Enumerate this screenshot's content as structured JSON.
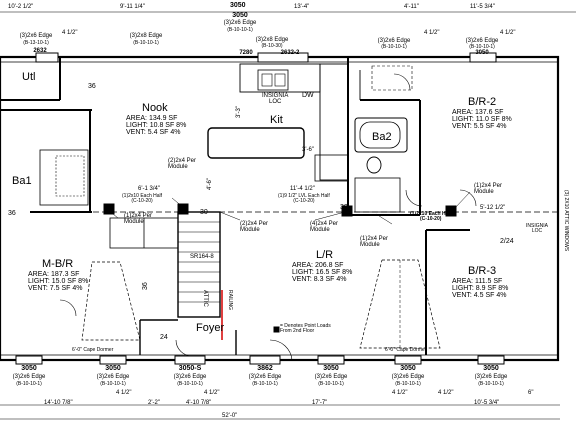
{
  "top_dimensions": [
    "10'-2 1/2\"",
    "9'-11 1/4\"",
    "3050",
    "13'-4\"",
    "4'-11\"",
    "11'-5 3/4\""
  ],
  "top_headers": [
    {
      "id": "w1",
      "label": "(3)2x6 Edge",
      "sub": "(B-13-10-1)",
      "dim": "4 1/2\"",
      "window": "2632"
    },
    {
      "id": "w2",
      "label": "(3)2x8 Edge",
      "sub": "(B-10-10-1)",
      "dim": "",
      "window": ""
    },
    {
      "id": "w3",
      "label": "(3)2x6 Edge",
      "sub": "(B-10-10-1)",
      "dim": "",
      "window": ""
    },
    {
      "id": "w4",
      "label": "(3)2x8 Edge",
      "sub": "(B-10-30)",
      "dim": "",
      "window": "7280"
    },
    {
      "id": "w5",
      "label": "(3)2x6 Edge",
      "sub": "(B-10-10-1)",
      "dim": "4 1/2\"",
      "window": ""
    },
    {
      "id": "w6",
      "label": "(3)2x6 Edge",
      "sub": "(B-10-10-1)",
      "dim": "4 1/2\"",
      "window": "3050"
    }
  ],
  "window_2632_2": "2632-2",
  "top_3050": "3050",
  "rooms": {
    "utl": {
      "name": "Utl"
    },
    "nook": {
      "name": "Nook",
      "area": "AREA: 134.9 SF",
      "light": "LIGHT: 10.8 SF 8%",
      "vent": "VENT: 5.4 SF 4%"
    },
    "kit": {
      "name": "Kit"
    },
    "ba1": {
      "name": "Ba1"
    },
    "ba2": {
      "name": "Ba2"
    },
    "br2": {
      "name": "B/R-2",
      "area": "AREA: 137.6 SF",
      "light": "LIGHT: 11.0 SF 8%",
      "vent": "VENT: 5.5 SF 4%"
    },
    "mbr": {
      "name": "M-B/R",
      "area": "AREA: 187.3 SF",
      "light": "LIGHT: 15.0 SF 8%",
      "vent": "VENT: 7.5 SF 4%"
    },
    "lr": {
      "name": "L/R",
      "area": "AREA: 206.8 SF",
      "light": "LIGHT: 16.5 SF 8%",
      "vent": "VENT: 8.3 SF 4%"
    },
    "br3": {
      "name": "B/R-3",
      "area": "AREA: 111.5 SF",
      "light": "LIGHT: 8.9 SF 8%",
      "vent": "VENT: 4.5 SF 4%"
    },
    "foyer": {
      "name": "Foyer"
    }
  },
  "labels": {
    "insignia_loc": "INSIGNIA\nLOC",
    "dw": "DW",
    "per_module_1": "(1)2x4 Per\nModule",
    "per_module_2": "(2)2x4 Per\nModule",
    "per_module_3": "(4)2x4 Per\nModule",
    "each_half_left": "(1)2x10 Each Half\n(C-10-20)",
    "each_half_mid": "(1)9 1/2\" LVL Each Half\n(C-10-20)",
    "each_half_right": "(1)2x10 Each Half\n(C-10-20)",
    "dim_6_1": "6'-1 3/4\"",
    "dim_11_4": "11'-4 1/2\"",
    "dim_3_6": "3'-6\"",
    "dim_3_3": "3'-3\"",
    "dim_4_6": "4'-6\"",
    "dim_5_12": "5'-12 1/2\"",
    "insignia_loc2": "INSIGNIA\nLOC",
    "sr": "SR164-8",
    "railing": "RAILING",
    "attic": "ATTIC",
    "cape_dormer_l": "6'-0\" Cape Dormer",
    "cape_dormer_r": "6'-0\" Cape Dormer",
    "point_loads": "= Denotes Point Loads\nFrom 2nd Floor",
    "right_side": "(3) 2X10 ATTIC WINDOWS",
    "n30a": "30",
    "n30b": "30",
    "n36a": "36",
    "n36b": "36",
    "n36c": "36",
    "n24a": "24",
    "n24b": "2/24"
  },
  "bottom_headers": [
    {
      "window": "3050",
      "label": "(3)2x6 Edge",
      "sub": "(B-10-10-1)"
    },
    {
      "window": "3050",
      "label": "(3)2x6 Edge",
      "sub": "(B-10-10-1)"
    },
    {
      "window": "3050-S",
      "label": "(3)2x6 Edge",
      "sub": "(B-10-10-1)"
    },
    {
      "window": "3862",
      "label": "(3)2x6 Edge",
      "sub": "(B-10-10-1)"
    },
    {
      "window": "3050",
      "label": "(3)2x6 Edge",
      "sub": "(B-10-10-1)"
    },
    {
      "window": "3050",
      "label": "(3)2x6 Edge",
      "sub": "(B-10-10-1)"
    },
    {
      "window": "3050",
      "label": "(3)2x6 Edge",
      "sub": "(B-10-10-1)"
    }
  ],
  "bottom_dims_small": [
    "4 1/2\"",
    "2'-2\"",
    "4 1/2\"",
    "4'-10 7/8\"",
    "4 1/2\"",
    "4 1/2\"",
    "6\""
  ],
  "bottom_dims": [
    "14'-10 7/8\"",
    "17'-7\"",
    "10'-5 3/4\"",
    "52'-0\""
  ]
}
